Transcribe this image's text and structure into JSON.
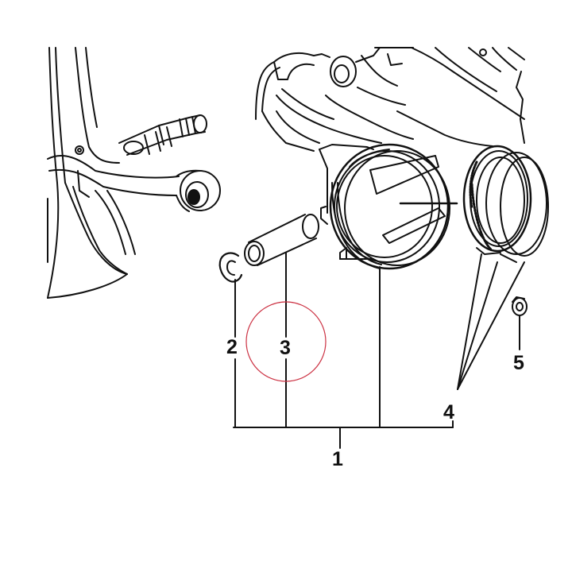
{
  "callouts": {
    "assembly": "1",
    "circlip": "2",
    "piston_pin": "3",
    "piston_rings": "4",
    "nut": "5"
  },
  "colors": {
    "line": "#111111",
    "highlight_circle": "#cc3344",
    "background": "#ffffff"
  }
}
